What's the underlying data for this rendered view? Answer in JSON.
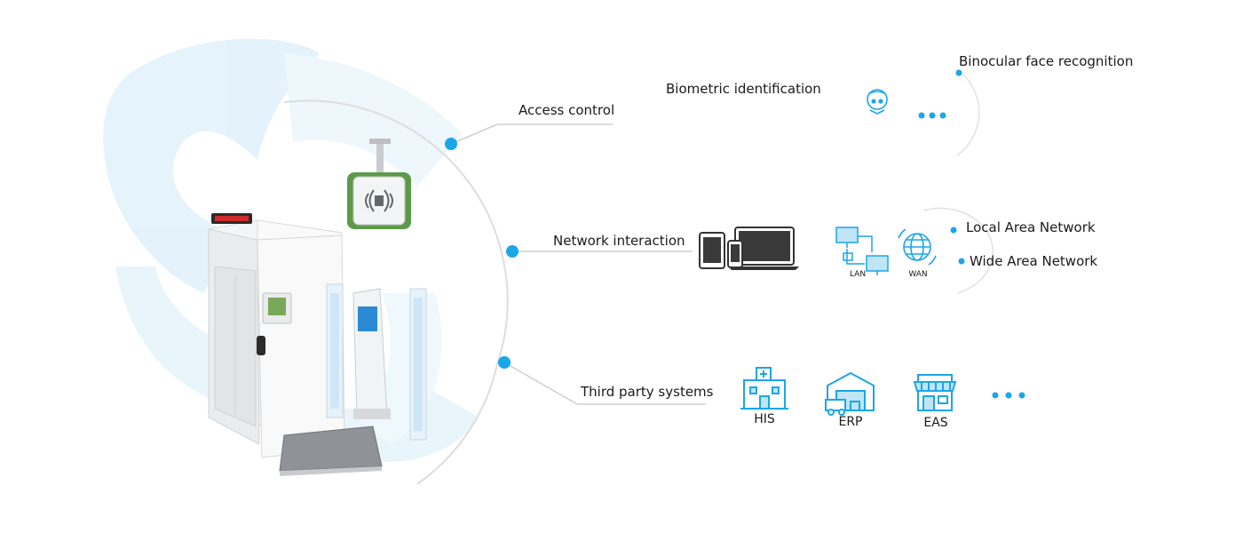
{
  "categories": {
    "access": {
      "label": "Access control"
    },
    "network": {
      "label": "Network interaction"
    },
    "third_party": {
      "label": "Third party systems"
    }
  },
  "access_items": {
    "biometric": "Biometric identification",
    "binocular": "Binocular face recognition"
  },
  "network_items": {
    "lan_caption": "LAN",
    "wan_caption": "WAN",
    "local_area": "Local Area Network",
    "wide_area": "Wide Area Network"
  },
  "third_party_items": [
    {
      "label": "HIS",
      "icon": "hospital-icon"
    },
    {
      "label": "ERP",
      "icon": "warehouse-truck-icon"
    },
    {
      "label": "EAS",
      "icon": "store-icon"
    }
  ],
  "colors": {
    "accent": "#1aa6e8",
    "light_accent": "#cfeaf8",
    "line": "#cfcfcf"
  }
}
